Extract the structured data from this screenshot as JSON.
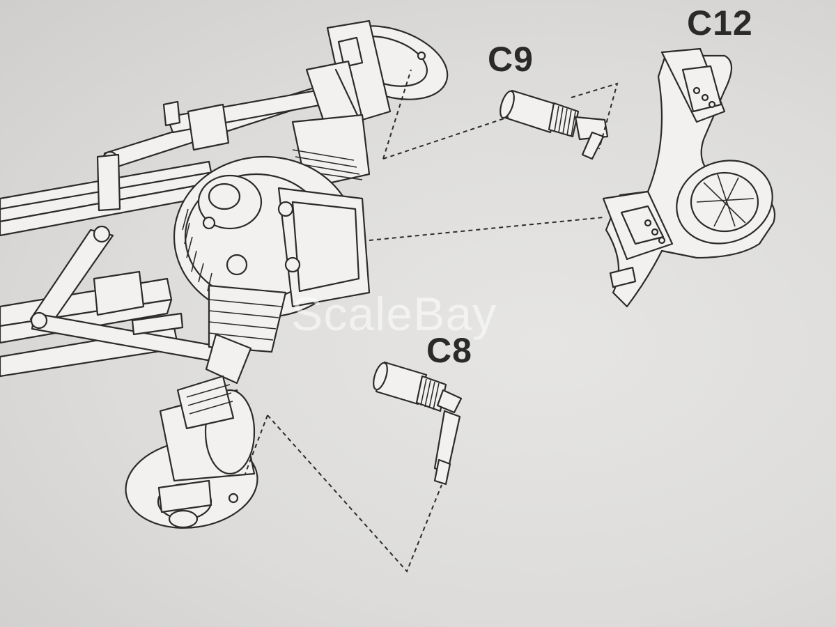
{
  "labels": {
    "c9": "C9",
    "c12": "C12",
    "c8": "C8"
  },
  "watermark": "ScaleBay",
  "colors": {
    "paper": "#dddcda",
    "ink": "#2b2b2b"
  }
}
